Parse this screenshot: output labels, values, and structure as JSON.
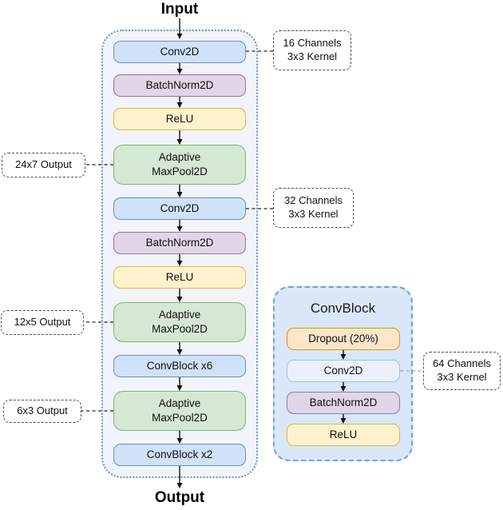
{
  "diagram": {
    "input_label": "Input",
    "output_label": "Output",
    "main_pipeline": {
      "layers": [
        {
          "label": "Conv2D",
          "type": "conv"
        },
        {
          "label": "BatchNorm2D",
          "type": "batchnorm"
        },
        {
          "label": "ReLU",
          "type": "activation"
        },
        {
          "label": "Adaptive MaxPool2D",
          "type": "pool"
        },
        {
          "label": "Conv2D",
          "type": "conv"
        },
        {
          "label": "BatchNorm2D",
          "type": "batchnorm"
        },
        {
          "label": "ReLU",
          "type": "activation"
        },
        {
          "label": "Adaptive MaxPool2D",
          "type": "pool"
        },
        {
          "label": "ConvBlock x6",
          "type": "block"
        },
        {
          "label": "Adaptive MaxPool2D",
          "type": "pool"
        },
        {
          "label": "ConvBlock x2",
          "type": "block"
        }
      ]
    },
    "convblock_detail": {
      "title": "ConvBlock",
      "layers": [
        {
          "label": "Dropout (20%)",
          "type": "dropout"
        },
        {
          "label": "Conv2D",
          "type": "conv"
        },
        {
          "label": "BatchNorm2D",
          "type": "batchnorm"
        },
        {
          "label": "ReLU",
          "type": "activation"
        }
      ]
    },
    "annotations": {
      "conv1_params": {
        "line1": "16 Channels",
        "line2": "3x3 Kernel"
      },
      "pool1_output": {
        "line1": "24x7 Output"
      },
      "conv2_params": {
        "line1": "32 Channels",
        "line2": "3x3 Kernel"
      },
      "pool2_output": {
        "line1": "12x5 Output"
      },
      "pool3_output": {
        "line1": "6x3 Output"
      },
      "convblock_conv_params": {
        "line1": "64 Channels",
        "line2": "3x3 Kernel"
      }
    },
    "colors": {
      "conv_fill": "#cfe2f8",
      "conv_stroke": "#6c8ebf",
      "batchnorm_fill": "#e1d5e7",
      "batchnorm_stroke": "#9673a6",
      "relu_fill": "#fff2cc",
      "relu_stroke": "#d9b74e",
      "pool_fill": "#d5e8d4",
      "pool_stroke": "#82b366",
      "dropout_fill": "#ffe5c9",
      "dropout_stroke": "#d79b00",
      "detail_conv_fill": "#eaf1fc",
      "detail_conv_stroke": "#9dbfe8",
      "main_container_fill": "#f1f4fa",
      "main_container_stroke": "#7191c4",
      "detail_container_fill": "#d9e7f9",
      "detail_container_stroke": "#6e9ede",
      "arrow": "#111111",
      "annotation_border": "#4d4d4d"
    }
  }
}
